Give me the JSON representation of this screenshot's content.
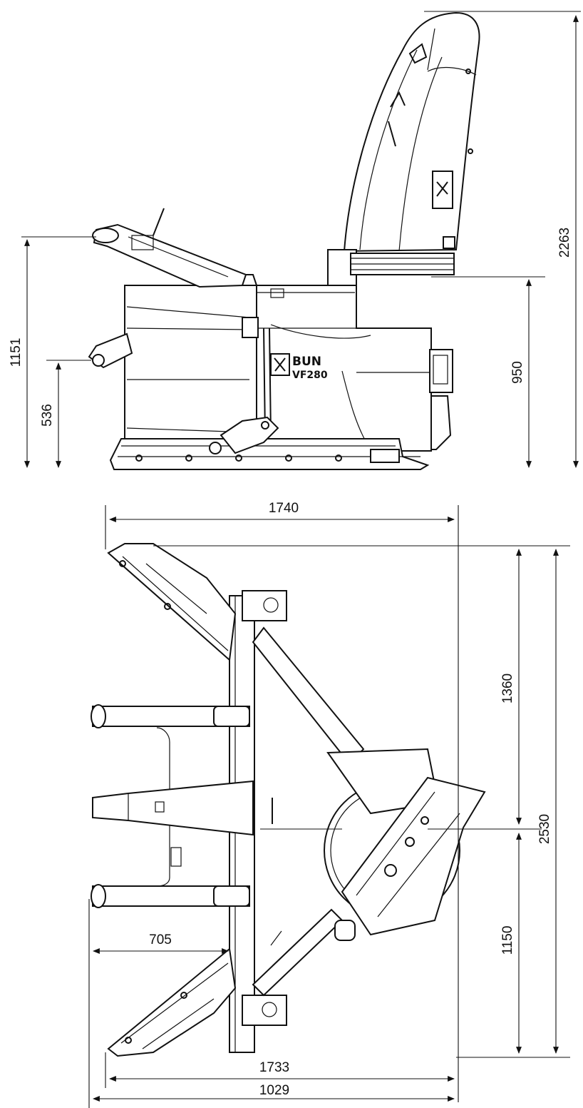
{
  "dimensions": {
    "side_view": {
      "overall_height": "2263",
      "three_point_hitch_top": "1151",
      "three_point_hitch_lower": "536",
      "frame_height": "950"
    },
    "top_view": {
      "top_width": "1740",
      "front_section": "1360",
      "overall_length": "2530",
      "rear_section": "1150",
      "hitch_depth": "705",
      "bottom_width": "1733",
      "total_width": "1029"
    }
  },
  "machine_label": {
    "brand": "BUN",
    "model": "VF280"
  }
}
